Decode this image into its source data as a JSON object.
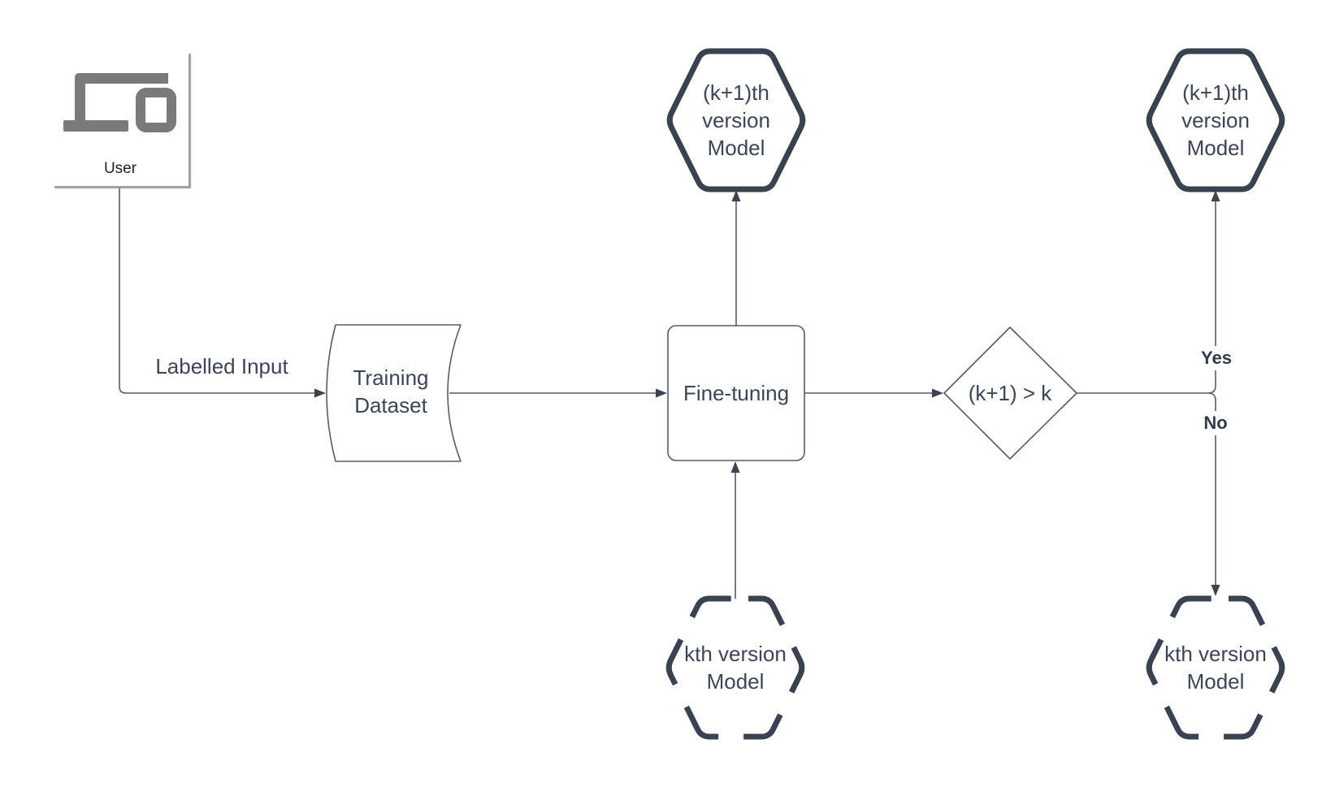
{
  "nodes": {
    "user": {
      "label": "User"
    },
    "dataset": {
      "line1": "Training",
      "line2": "Dataset"
    },
    "finetuning": {
      "label": "Fine-tuning"
    },
    "decision": {
      "label": "(k+1) > k"
    },
    "model_kplus1_top": {
      "line1": "(k+1)th",
      "line2": "version",
      "line3": "Model"
    },
    "model_kplus1_right": {
      "line1": "(k+1)th",
      "line2": "version",
      "line3": "Model"
    },
    "model_k_center": {
      "line1": "kth version",
      "line2": "Model"
    },
    "model_k_right": {
      "line1": "kth version",
      "line2": "Model"
    }
  },
  "edges": {
    "labelled_input": {
      "label": "Labelled Input"
    },
    "yes_branch": {
      "label": "Yes"
    },
    "no_branch": {
      "label": "No"
    }
  },
  "colors": {
    "stroke_thick": "#3a4150",
    "stroke_thin": "#545d6b",
    "arrow": "#3c4451",
    "text": "#3c4555",
    "label_bold": "#333b4a",
    "icon": "#7a7a7a",
    "shadow": "#9e9e9e",
    "background": "#ffffff"
  }
}
